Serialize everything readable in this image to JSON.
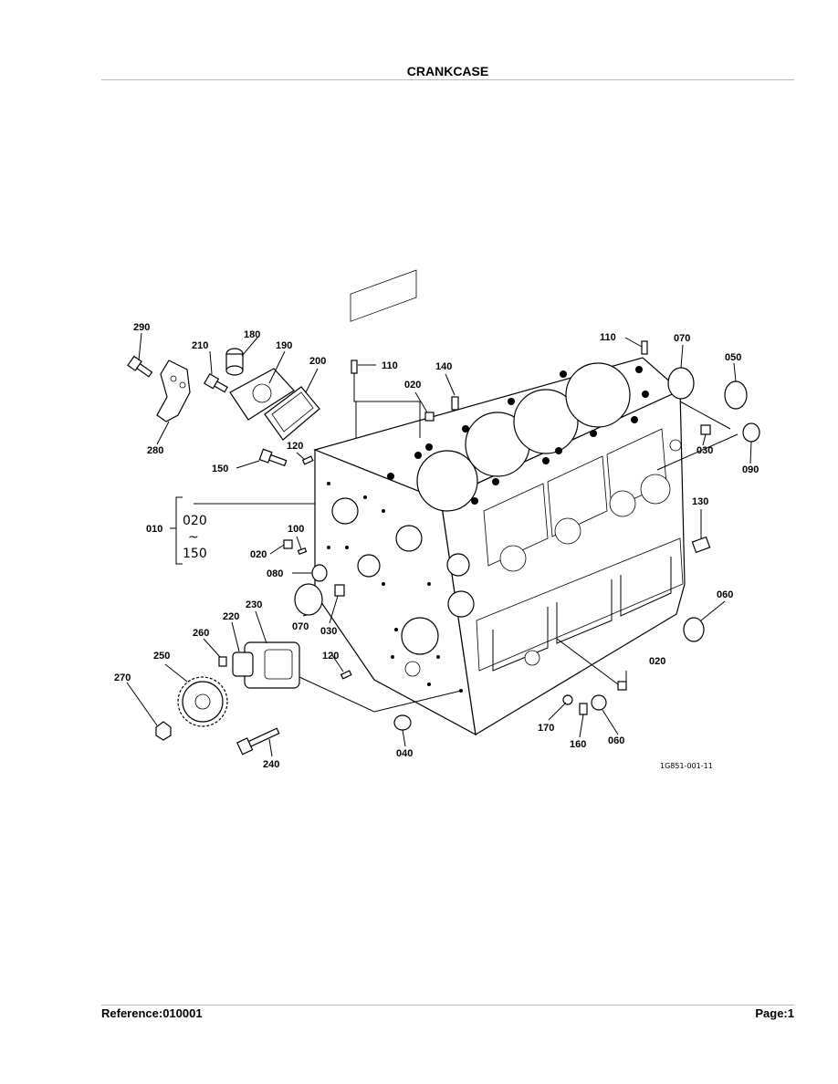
{
  "header": {
    "title": "CRANKCASE"
  },
  "footer": {
    "reference": "Reference:010001",
    "page": "Page:1"
  },
  "figure": {
    "id": "1G851-001-11",
    "group_label": "010",
    "group_range": {
      "from": "020",
      "sep": "~",
      "to": "150"
    },
    "callouts": [
      "290",
      "180",
      "210",
      "190",
      "200",
      "110",
      "140",
      "020",
      "110",
      "070",
      "050",
      "280",
      "120",
      "150",
      "030",
      "090",
      "010",
      "100",
      "130",
      "020",
      "080",
      "060",
      "230",
      "070",
      "030",
      "220",
      "260",
      "120",
      "250",
      "020",
      "270",
      "170",
      "060",
      "160",
      "040",
      "240"
    ]
  }
}
